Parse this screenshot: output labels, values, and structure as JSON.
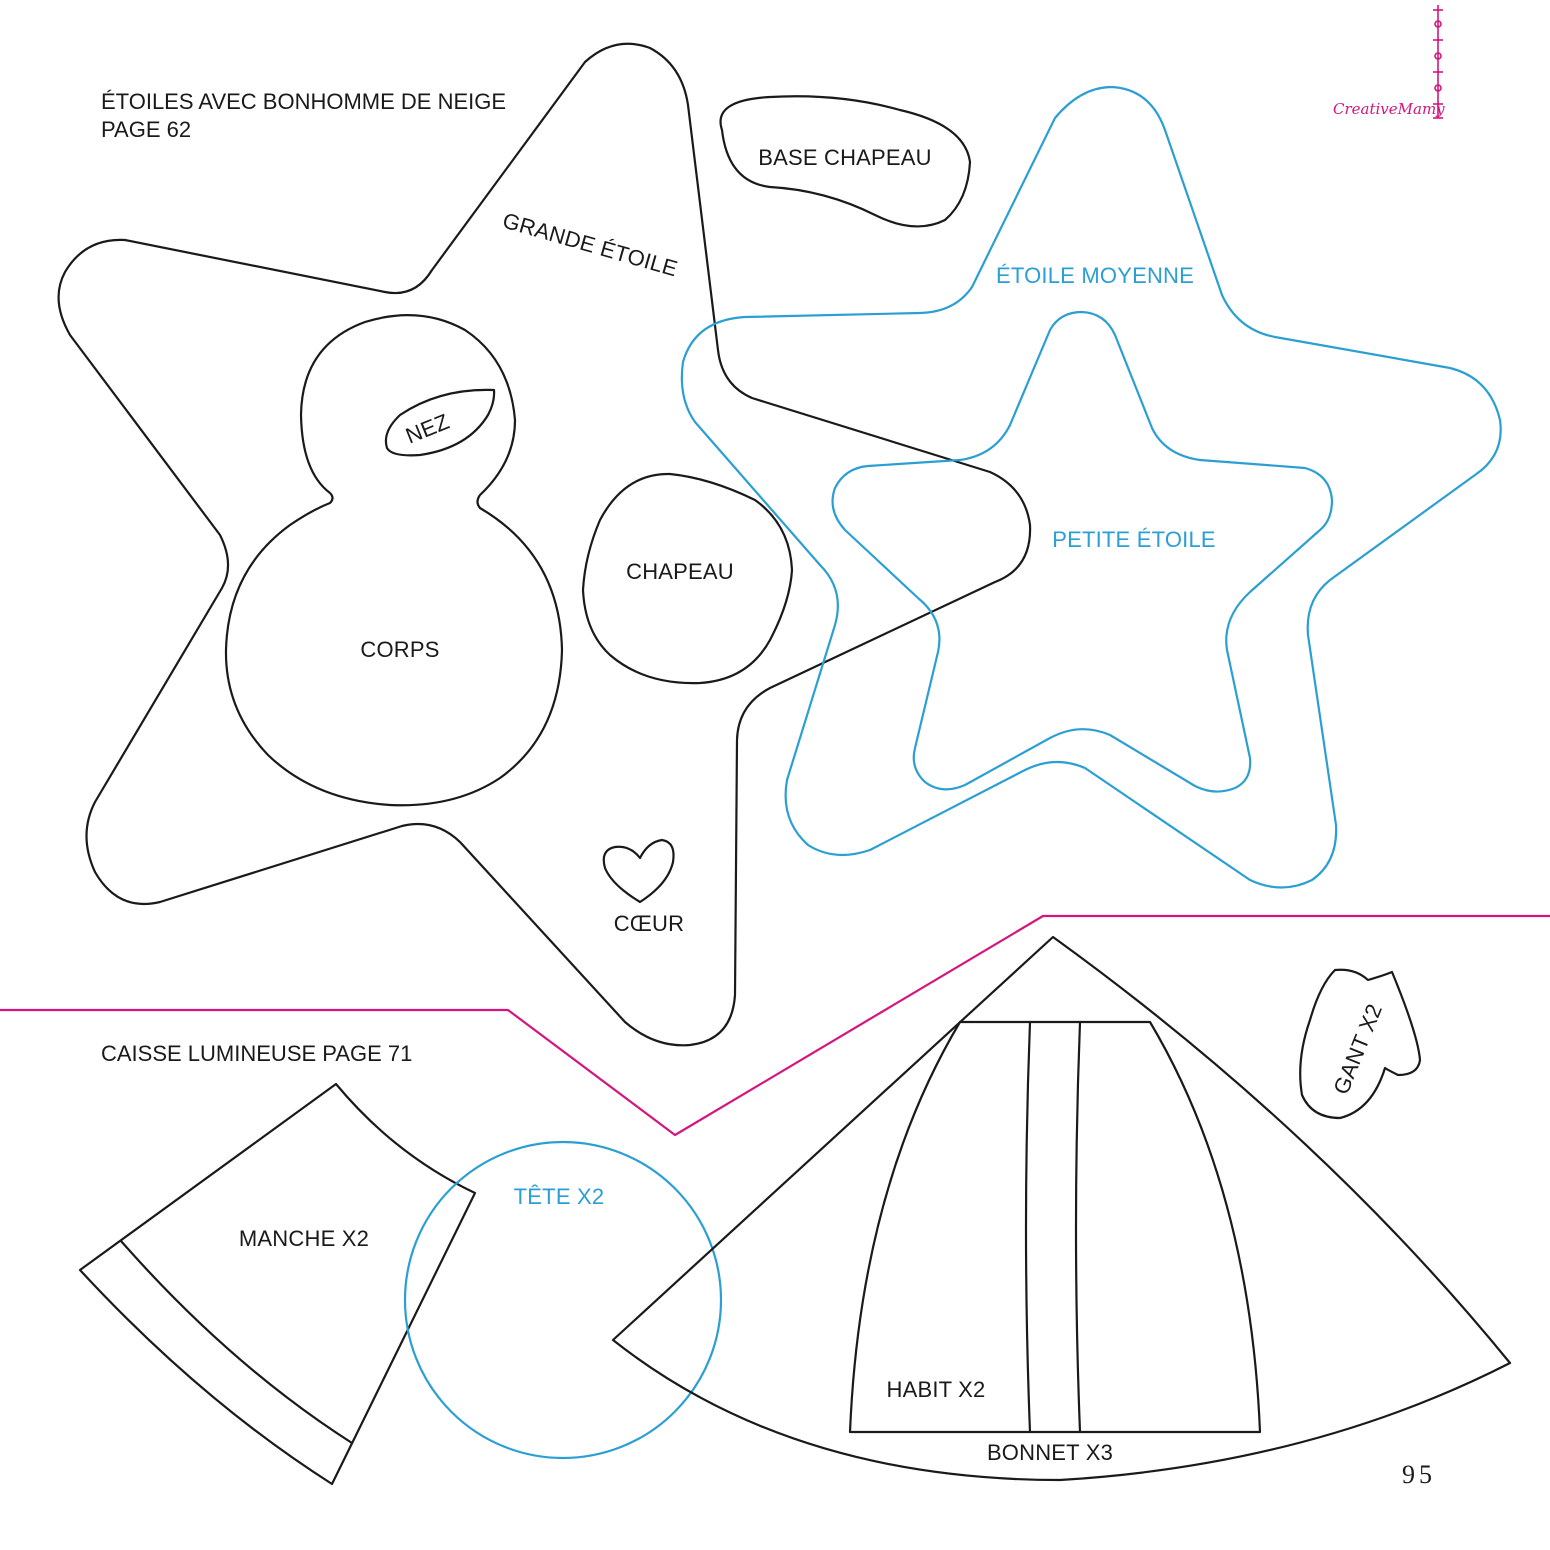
{
  "colors": {
    "ink": "#1a1a1a",
    "blue": "#2b9fd4",
    "magenta": "#d4157e"
  },
  "brand": {
    "logo_text": "CreativeMamy"
  },
  "section_stars": {
    "title_line1": "ÉTOILES AVEC BONHOMME DE NEIGE",
    "title_line2": "PAGE 62"
  },
  "section_box": {
    "title": "CAISSE LUMINEUSE PAGE 71"
  },
  "labels": {
    "base_chapeau": "BASE CHAPEAU",
    "grande_etoile": "GRANDE ÉTOILE",
    "etoile_moyenne": "ÉTOILE MOYENNE",
    "petite_etoile": "PETITE ÉTOILE",
    "nez": "NEZ",
    "chapeau": "CHAPEAU",
    "corps": "CORPS",
    "coeur": "CŒUR",
    "gant": "GANT X2",
    "manche": "MANCHE X2",
    "tete": "TÊTE X2",
    "habit": "HABIT X2",
    "bonnet": "BONNET X3"
  },
  "page_number": "95"
}
